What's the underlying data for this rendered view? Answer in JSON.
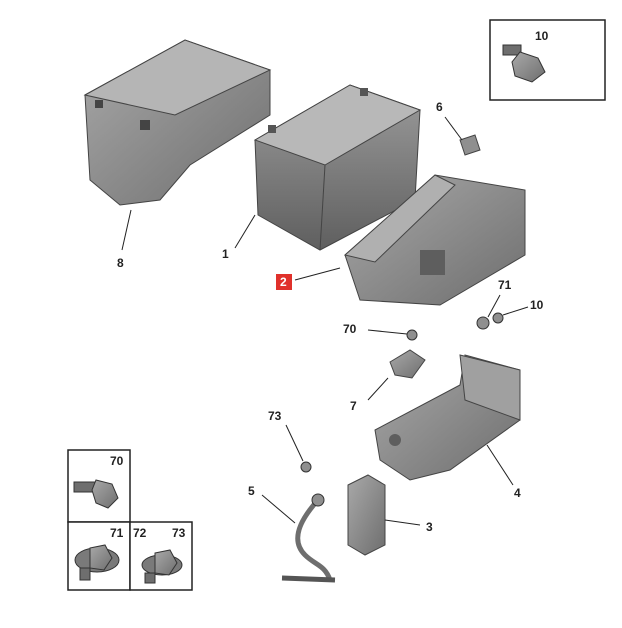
{
  "labels": {
    "battery_cover": "8",
    "battery": "1",
    "tray": "2",
    "bracket_clip": "6",
    "screw_top": "10",
    "bolt_70": "70",
    "bolt_71": "71",
    "screw_10": "10",
    "spacer": "7",
    "bolt_73": "73",
    "support_bracket": "4",
    "cable": "5",
    "clamp": "3"
  },
  "inset_top": {
    "ref": "10"
  },
  "inset_bottom": {
    "ref_70": "70",
    "ref_71": "71",
    "ref_72": "72",
    "ref_73": "73"
  },
  "colors": {
    "highlight": "#e0312b",
    "part_fill": "#8f8f8f",
    "part_dark": "#5e5e5e",
    "line": "#222222"
  }
}
